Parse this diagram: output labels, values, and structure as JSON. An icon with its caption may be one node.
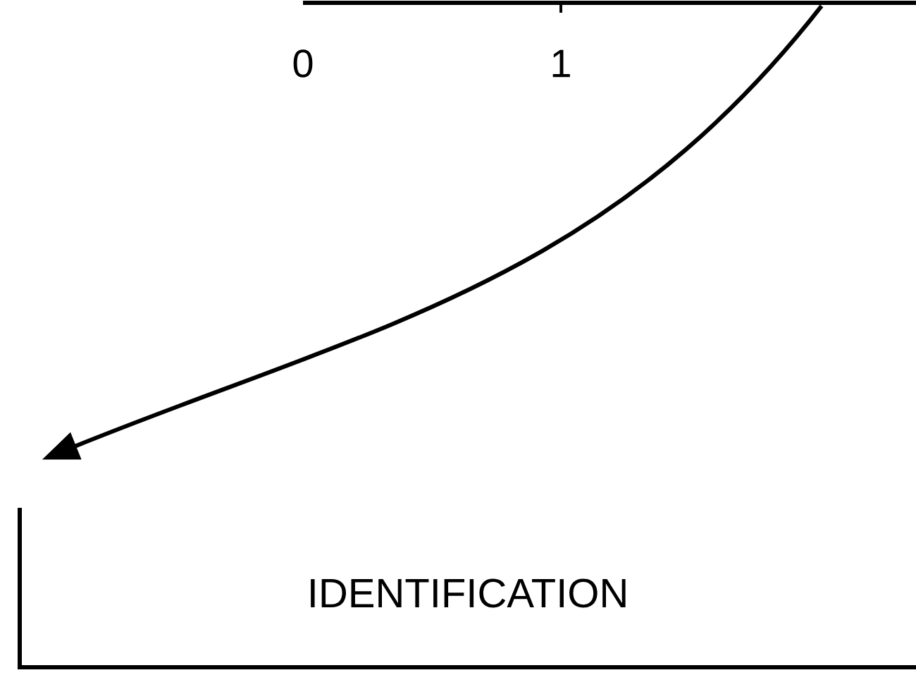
{
  "diagram": {
    "nodes": [
      {
        "text": [],
        "shape": "box"
      },
      {
        "text": [
          "IDENTIFICATION"
        ]
      }
    ],
    "edges": [
      {
        "from": 0,
        "to": 1,
        "arrow": "to"
      }
    ],
    "labels": [
      "0",
      "1"
    ]
  }
}
